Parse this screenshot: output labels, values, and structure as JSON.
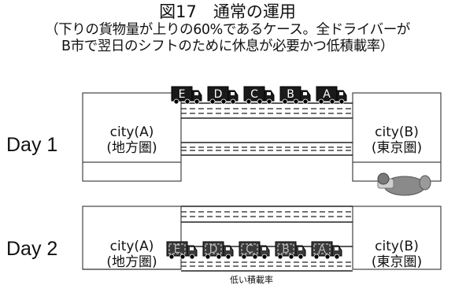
{
  "title": "図17　通常の運用",
  "subtitle_line1": "（下りの貨物量が上りの60%であるケース。全ドライバーが",
  "subtitle_line2": "B市で翌日のシフトのために休息が必要かつ低積載率）",
  "days": [
    {
      "label": "Day 1",
      "city_a": {
        "name": "city(A)",
        "region": "(地方圏)"
      },
      "city_b": {
        "name": "city(B)",
        "region": "(東京圏)"
      },
      "trucks": [
        "E",
        "D",
        "C",
        "B",
        "A"
      ],
      "truck_style": "full",
      "driver_resting_at": "city(B)"
    },
    {
      "label": "Day 2",
      "city_a": {
        "name": "city(A)",
        "region": "(地方圏)"
      },
      "city_b": {
        "name": "city(B)",
        "region": "(東京圏)"
      },
      "trucks": [
        "E",
        "D",
        "C",
        "B",
        "A"
      ],
      "truck_style": "low-load",
      "note": "低い積載率"
    }
  ],
  "colors": {
    "truck_full": "#1a1a1a",
    "truck_low": "#3a3a3a",
    "road_line": "#222222",
    "driver": "#8a8a8a"
  }
}
